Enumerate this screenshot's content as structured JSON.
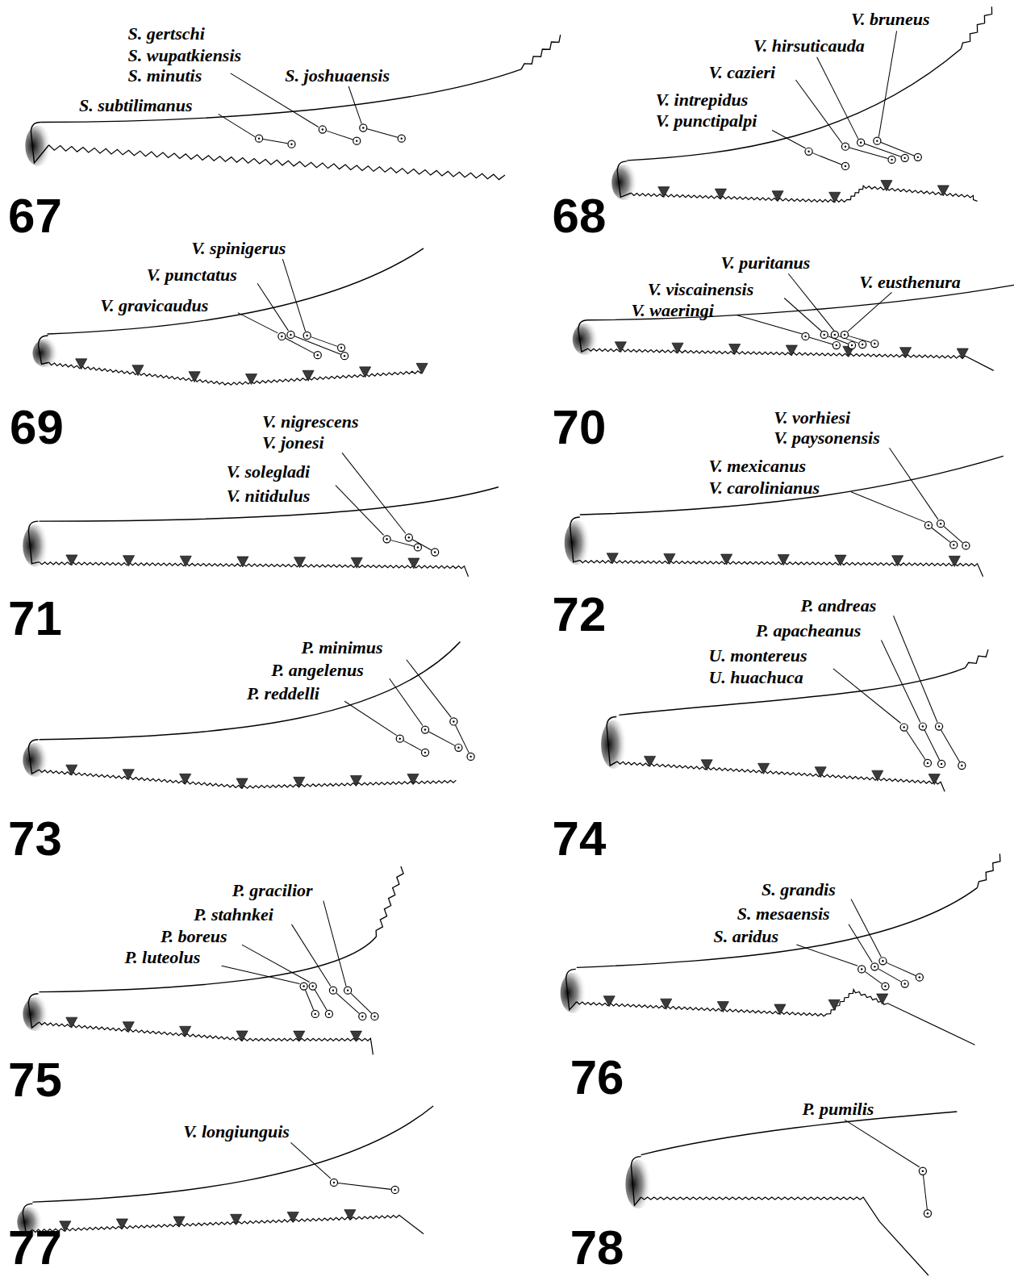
{
  "diagram": {
    "labels": [
      "S. gertschi",
      "S. wupatkiensis",
      "S. minutis",
      "S. joshuaensis",
      "S. subtilimanus",
      "67",
      "V. bruneus",
      "V. hirsuticauda",
      "V. cazieri",
      "V. intrepidus",
      "V. punctipalpi",
      "68",
      "V. spinigerus",
      "V. punctatus",
      "V. gravicaudus",
      "69",
      "V. puritanus",
      "V. eusthenura",
      "V. viscainensis",
      "V. waeringi",
      "70",
      "V. nigrescens",
      "V. jonesi",
      "V. solegladi",
      "V. nitidulus",
      "71",
      "V. vorhiesi",
      "V. paysonensis",
      "V. mexicanus",
      "V. carolinianus",
      "72",
      "P. minimus",
      "P. angelenus",
      "P. reddelli",
      "73",
      "P. andreas",
      "P. apacheanus",
      "U. montereus",
      "U. huachuca",
      "74",
      "P. gracilior",
      "P. stahnkei",
      "P. boreus",
      "P. luteolus",
      "75",
      "S. grandis",
      "S. mesaensis",
      "S. aridus",
      "76",
      "V. longiunguis",
      "77",
      "P. pumilis",
      "78"
    ]
  }
}
